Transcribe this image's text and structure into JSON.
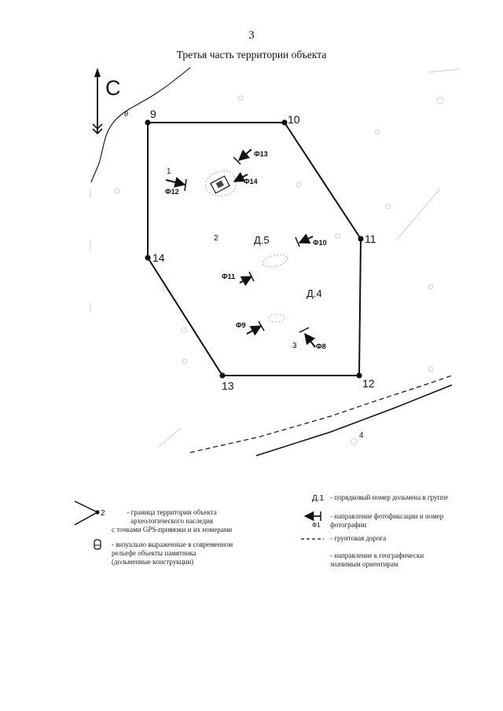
{
  "page": {
    "number": "3",
    "title": "Третья часть территории объекта"
  },
  "map": {
    "north_label": "С",
    "points": [
      {
        "id": "9",
        "label": "9"
      },
      {
        "id": "10",
        "label": "10"
      },
      {
        "id": "11",
        "label": "11"
      },
      {
        "id": "12",
        "label": "12"
      },
      {
        "id": "13",
        "label": "13"
      },
      {
        "id": "14",
        "label": "14"
      }
    ],
    "region_labels": {
      "1": "1",
      "2": "2",
      "3": "3",
      "4": "4"
    },
    "dolmens": {
      "d4": "Д.4",
      "d5": "Д.5"
    },
    "photos": [
      {
        "id": "f8",
        "label": "Ф8"
      },
      {
        "id": "f9",
        "label": "Ф9"
      },
      {
        "id": "f10",
        "label": "Ф10"
      },
      {
        "id": "f11",
        "label": "Ф11"
      },
      {
        "id": "f12",
        "label": "Ф12"
      },
      {
        "id": "f13",
        "label": "Ф13"
      },
      {
        "id": "f14",
        "label": "Ф14"
      }
    ]
  },
  "legend": {
    "boundary": {
      "number": "2",
      "lines": [
        "- граница территории объекта",
        "археологического наследия",
        "с точками GPS-привязки и их номерами"
      ]
    },
    "relief": {
      "lines": [
        "- визуально выраженные в современном",
        "рельефе объекты памятника",
        "(дольменные конструкции)"
      ]
    },
    "dolmen_number": {
      "symbol": "Д.1",
      "text": "- порядковый номер дольмена в группе"
    },
    "photo_direction": {
      "symbol": "Ф1",
      "lines": [
        "- направление фотофиксации и номер",
        "фотографии"
      ]
    },
    "road": {
      "text": "- грунтовая дорога"
    },
    "orientation": {
      "lines": [
        "- направление к географически",
        "значимым ориентирам"
      ]
    }
  }
}
